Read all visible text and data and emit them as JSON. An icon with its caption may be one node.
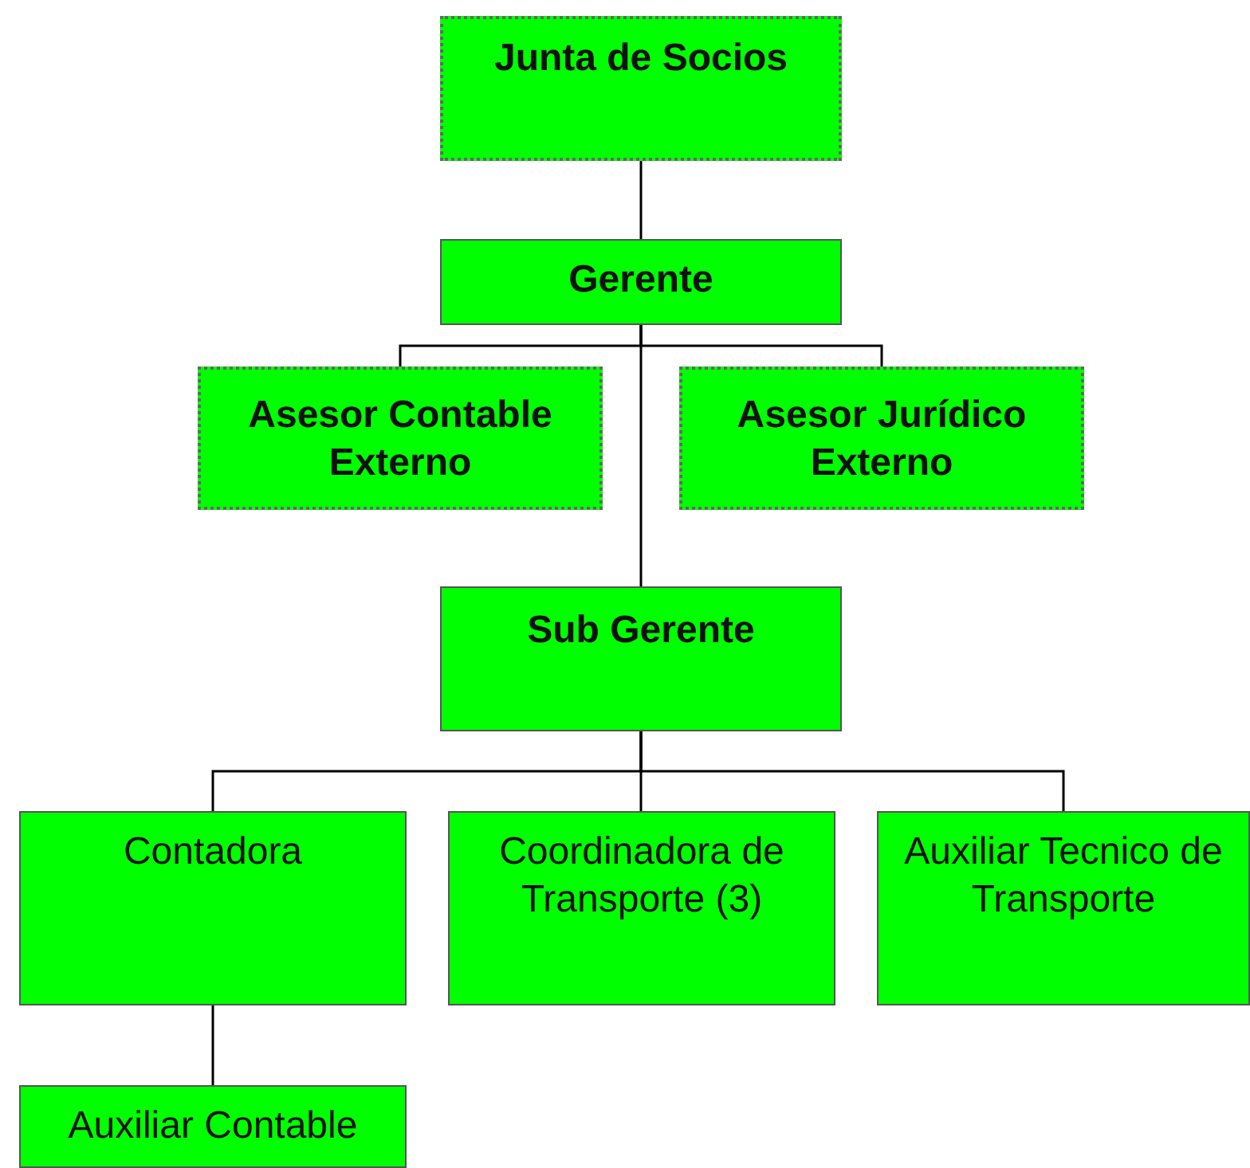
{
  "diagram": {
    "nodes": [
      {
        "text": [
          "Junta de Socios"
        ]
      },
      {
        "text": [
          "Gerente"
        ]
      },
      {
        "text": [
          "Asesor Contable Externo"
        ]
      },
      {
        "text": [
          "Asesor Jurídico Externo"
        ]
      },
      {
        "text": [
          "Sub Gerente"
        ]
      },
      {
        "text": [
          "Contadora"
        ]
      },
      {
        "text": [
          "Coordinadora de Transporte (3)"
        ]
      },
      {
        "text": [
          "Auxiliar Tecnico de Transporte"
        ]
      },
      {
        "text": [
          "Auxiliar Contable"
        ]
      }
    ],
    "edges": [
      {
        "from": 0,
        "to": 1,
        "arrow": "none"
      },
      {
        "from": 1,
        "to": 2,
        "arrow": "none"
      },
      {
        "from": 1,
        "to": 3,
        "arrow": "none"
      },
      {
        "from": 1,
        "to": 4,
        "arrow": "none"
      },
      {
        "from": 4,
        "to": 5,
        "arrow": "none"
      },
      {
        "from": 4,
        "to": 6,
        "arrow": "none"
      },
      {
        "from": 4,
        "to": 7,
        "arrow": "none"
      },
      {
        "from": 5,
        "to": 8,
        "arrow": "none"
      }
    ]
  }
}
